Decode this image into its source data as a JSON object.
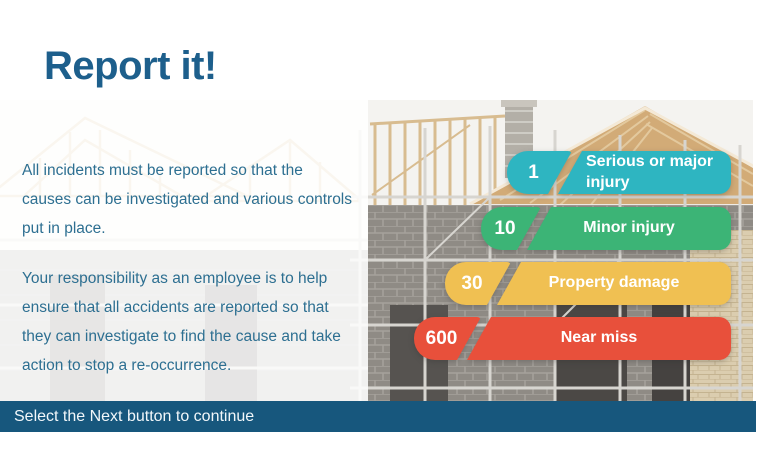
{
  "title": "Report it!",
  "paragraphs": {
    "p1": "All incidents must be reported so that the\ncauses can be investigated and various controls\nput in place.",
    "p2": "Your responsibility as an employee is to help\nensure that all accidents are reported so that\nthey can investigate to find the cause and take\naction to stop a re-occurrence."
  },
  "pyramid": {
    "description": "Accident ratio pyramid",
    "rows": [
      {
        "value": "1",
        "label": "Serious or major\ninjury",
        "color": "#2eb5c1"
      },
      {
        "value": "10",
        "label": "Minor injury",
        "color": "#3cb476"
      },
      {
        "value": "30",
        "label": "Property damage",
        "color": "#f0c052"
      },
      {
        "value": "600",
        "label": "Near miss",
        "color": "#e8503b"
      }
    ]
  },
  "footer": {
    "text": "Select the Next button to continue",
    "bg": "#17577d"
  },
  "colors": {
    "title_text": "#1d5f8c",
    "body_text": "#2d6f91",
    "footer_bg": "#17577d"
  },
  "background_image": "house-under-construction-with-timber-roof-trusses-and-scaffolding"
}
